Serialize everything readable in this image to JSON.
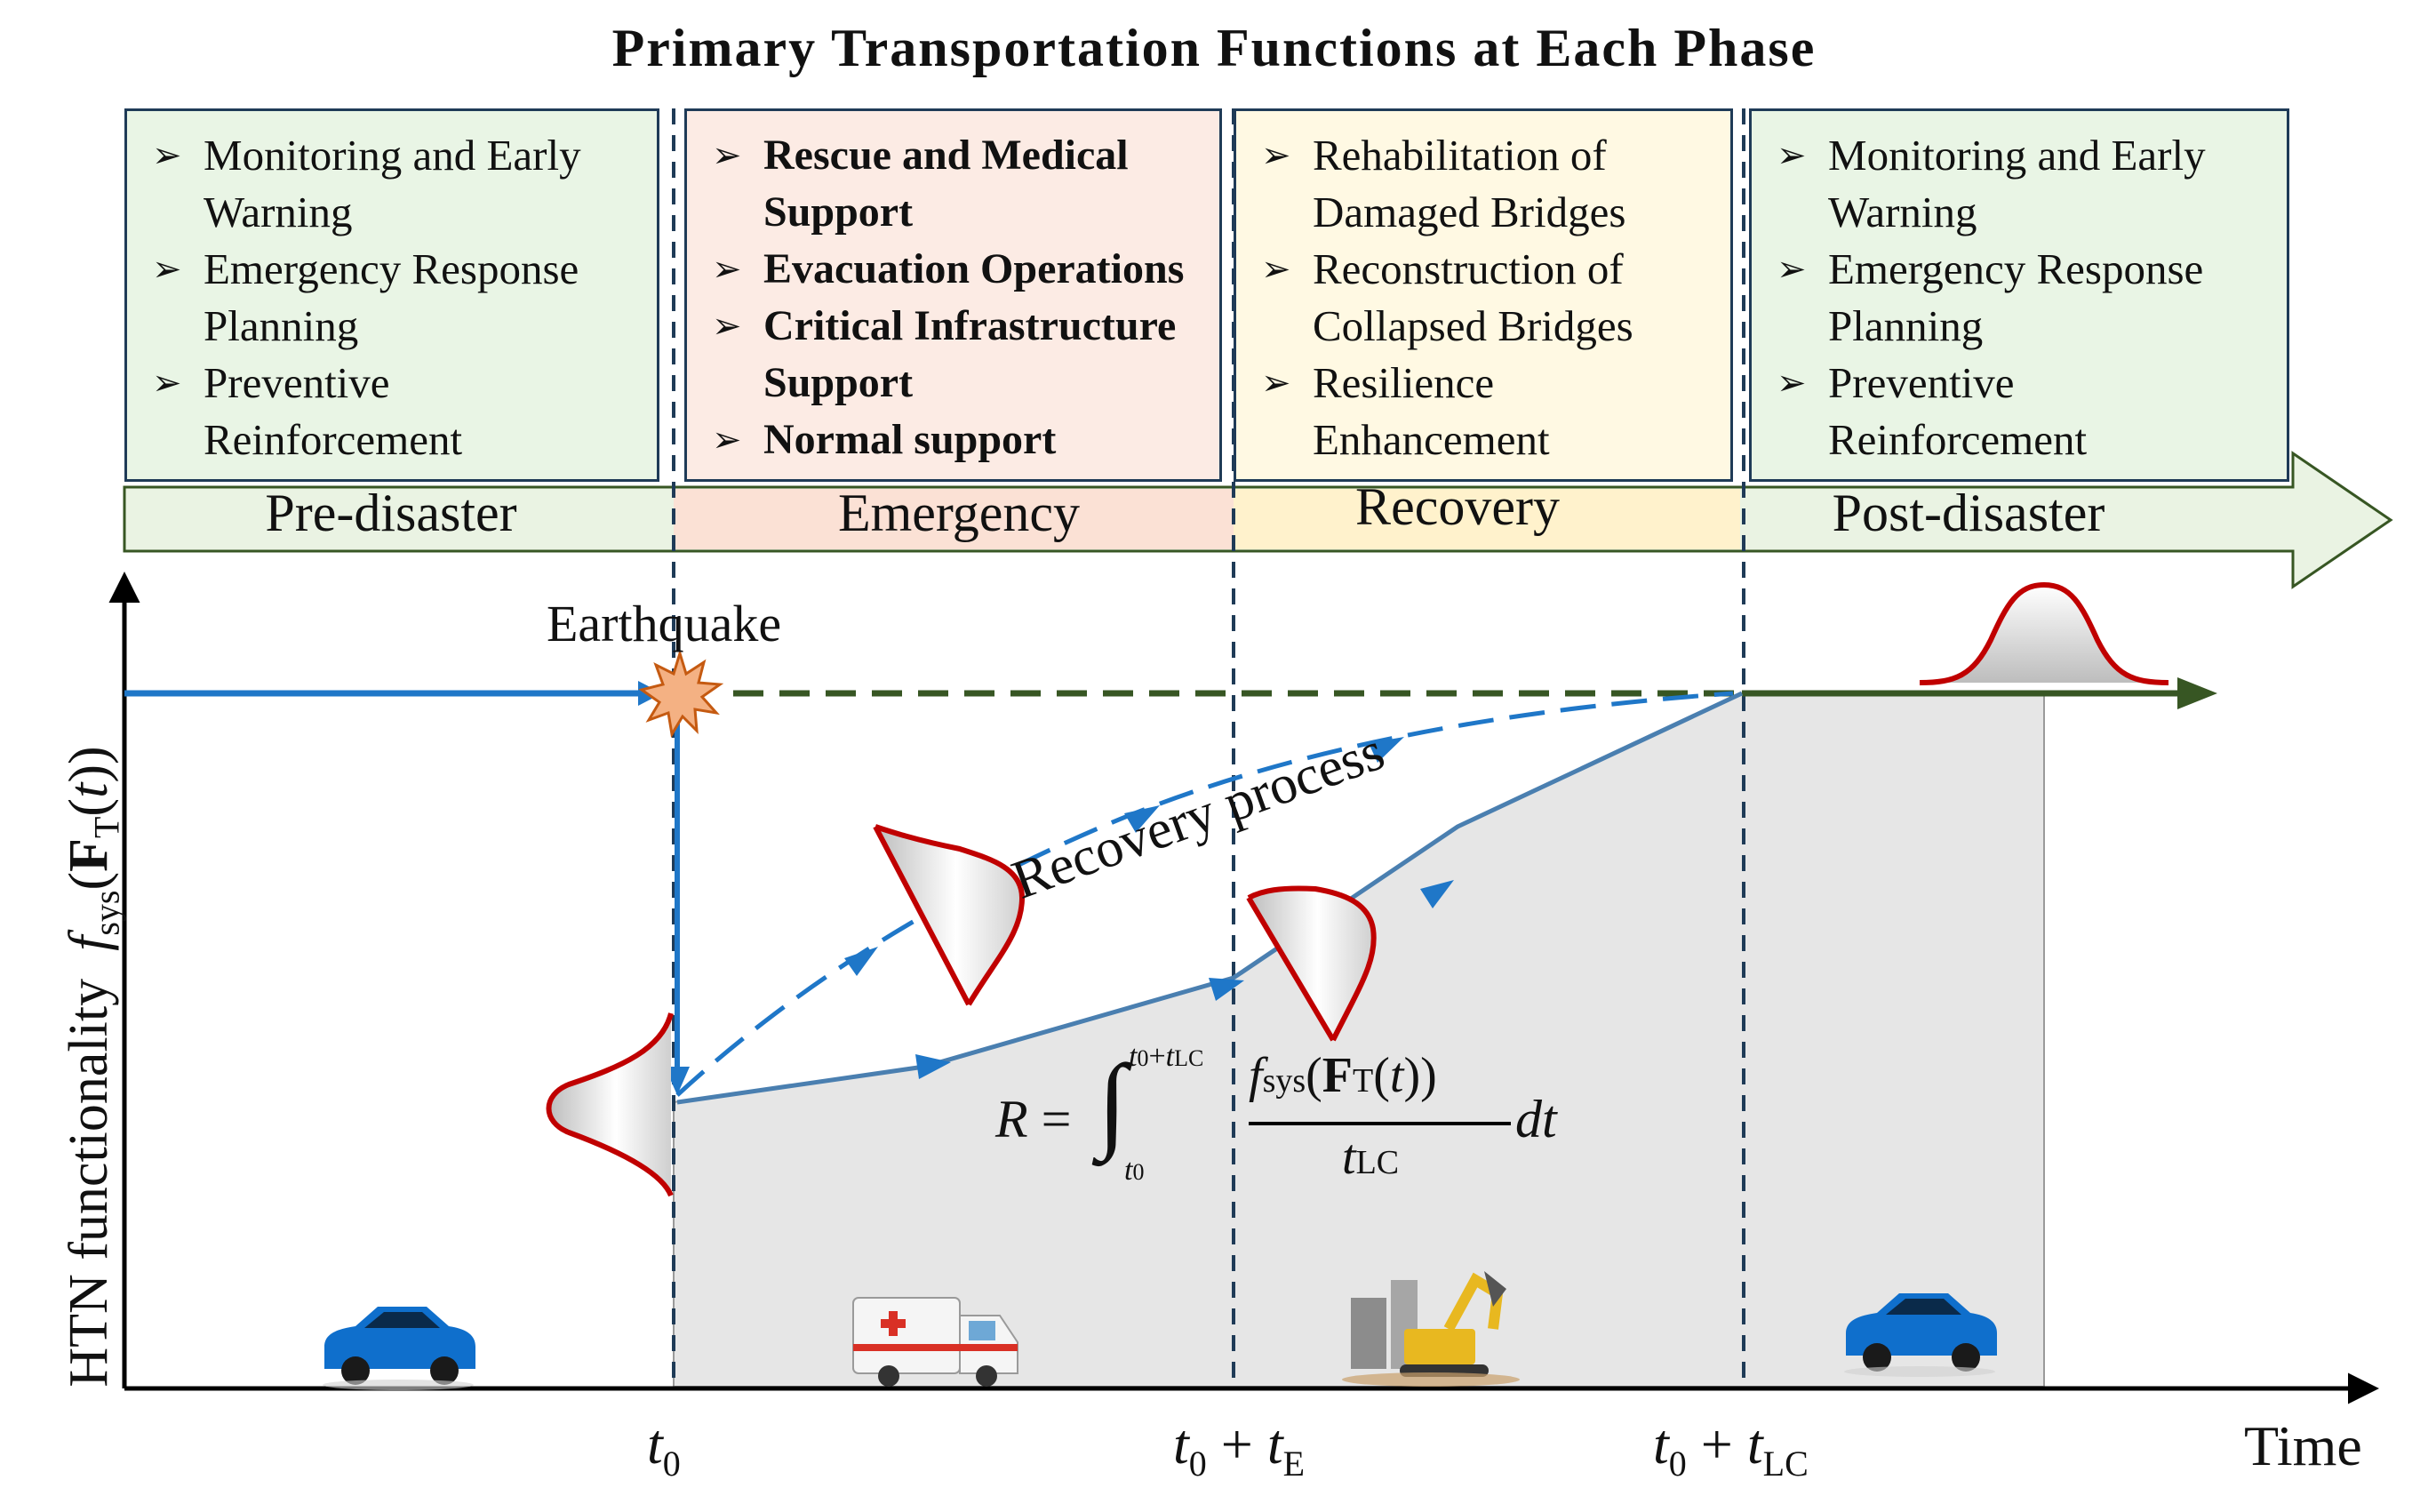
{
  "title": "Primary Transportation Functions at Each Phase",
  "phases": {
    "pre": {
      "label": "Pre-disaster",
      "items": [
        "Monitoring and Early Warning",
        "Emergency Response Planning",
        "Preventive Reinforcement"
      ],
      "color": "#e9f5e5"
    },
    "emergency": {
      "label": "Emergency",
      "items": [
        "Rescue and Medical Support",
        "Evacuation Operations",
        "Critical Infrastructure Support",
        "Normal support"
      ],
      "color": "#fcebe4"
    },
    "recovery": {
      "label": "Recovery",
      "items": [
        "Rehabilitation of Damaged Bridges",
        "Reconstruction of Collapsed Bridges",
        "Resilience Enhancement"
      ],
      "color": "#fff9e3"
    },
    "post": {
      "label": "Post-disaster",
      "items": [
        "Monitoring and Early Warning",
        "Emergency Response Planning",
        "Preventive Reinforcement"
      ],
      "color": "#e9f5e5"
    }
  },
  "diagram": {
    "event_label": "Earthquake",
    "process_label": "Recovery process",
    "y_axis": {
      "text": "HTN functionality",
      "symbol": "f",
      "symbol_sub": "sys",
      "arg": "F",
      "arg_sub": "T",
      "var": "t"
    },
    "x_axis_label": "Time",
    "ticks": [
      {
        "base": "t",
        "base_sub": "0",
        "plus": "",
        "plus_sub": ""
      },
      {
        "base": "t",
        "base_sub": "0",
        "plus": "t",
        "plus_sub": "E"
      },
      {
        "base": "t",
        "base_sub": "0",
        "plus": "t",
        "plus_sub": "LC"
      }
    ],
    "formula": {
      "lhs": "R",
      "upper": "t",
      "upper_sub0": "0",
      "upper_plus": "t",
      "upper_sub": "LC",
      "lower": "t",
      "lower_sub": "0",
      "num_f": "f",
      "num_sub": "sys",
      "num_F": "F",
      "num_Fsub": "T",
      "num_t": "t",
      "den": "t",
      "den_sub": "LC",
      "dt": "dt"
    }
  },
  "colors": {
    "blue": "#1f77c8",
    "dark_green": "#375623",
    "red": "#c00000",
    "navy": "#1f3b57",
    "arrow_fill": "#eaf3e3",
    "area_fill": "#e6e6e6"
  },
  "icons": [
    "car-icon",
    "ambulance-icon",
    "excavator-icon",
    "car-icon"
  ]
}
